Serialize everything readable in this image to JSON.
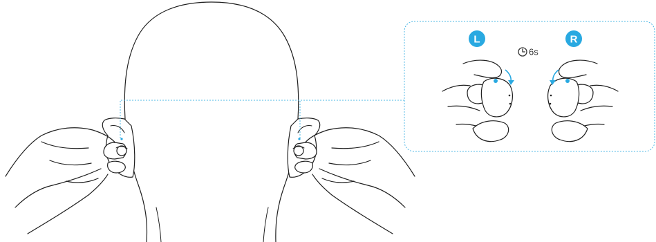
{
  "left_badge": {
    "label": "L"
  },
  "right_badge": {
    "label": "R"
  },
  "hold_time": {
    "label": "6s",
    "icon": "clock-icon"
  },
  "colors": {
    "accent": "#29a9e1",
    "callout_border": "#4fb8e6",
    "line": "#1f1f1f"
  }
}
